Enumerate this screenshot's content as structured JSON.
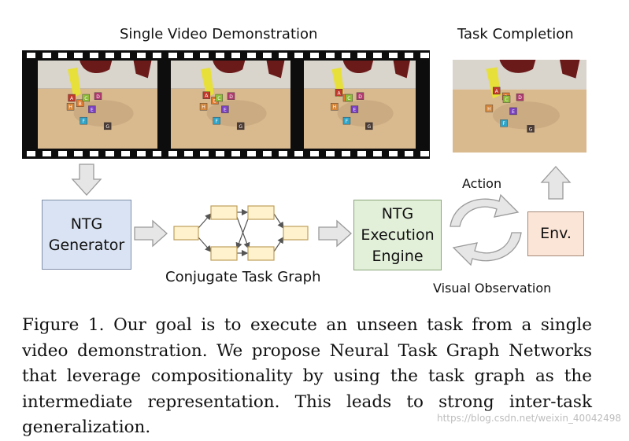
{
  "labels": {
    "demo_title": "Single Video Demonstration",
    "completion_title": "Task Completion",
    "action": "Action",
    "visual_observation": "Visual Observation",
    "conjugate_task_graph": "Conjugate Task Graph"
  },
  "boxes": {
    "generator": [
      "NTG",
      "Generator"
    ],
    "engine": [
      "NTG",
      "Execution",
      "Engine"
    ],
    "env": "Env."
  },
  "colors": {
    "generator_fill": "#dae3f3",
    "generator_border": "#7f8fa9",
    "engine_fill": "#e2efd9",
    "engine_border": "#8aa67a",
    "env_fill": "#fbe5d6",
    "env_border": "#a68a7a",
    "graph_node_fill": "#fff2cc",
    "graph_node_border": "#bf9f5a",
    "arrow_fill": "#e6e6e6",
    "arrow_border": "#9a9a9a"
  },
  "block_letters": [
    "A",
    "B",
    "C",
    "D",
    "E",
    "F",
    "G",
    "H"
  ],
  "caption": "Figure 1. Our goal is to execute an unseen task from a single video demonstration.  We propose Neural Task Graph Networks that leverage compositionality by using the task graph as the intermediate representation. This leads to strong inter-task generalization.",
  "watermark": "https://blog.csdn.net/weixin_40042498"
}
